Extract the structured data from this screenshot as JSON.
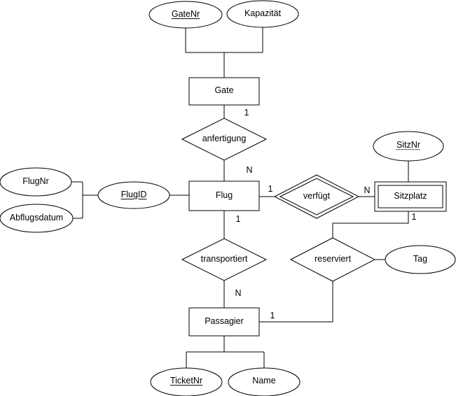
{
  "diagram": {
    "kind": "entity-relationship-diagram",
    "language": "de",
    "colors": {
      "stroke": "#000000",
      "text": "#000000",
      "background": "#ffffff"
    },
    "entities": {
      "gate": {
        "label": "Gate",
        "weak": false
      },
      "flug": {
        "label": "Flug",
        "weak": false
      },
      "sitzplatz": {
        "label": "Sitzplatz",
        "weak": true
      },
      "passagier": {
        "label": "Passagier",
        "weak": false
      }
    },
    "relationships": {
      "anfertigung": {
        "label": "anfertigung",
        "identifying": false
      },
      "verfuegt": {
        "label": "verfügt",
        "identifying": true
      },
      "transportiert": {
        "label": "transportiert",
        "identifying": false
      },
      "reserviert": {
        "label": "reserviert",
        "identifying": false
      }
    },
    "attributes": {
      "gatenr": {
        "label": "GateNr",
        "key": "primary"
      },
      "kapazitaet": {
        "label": "Kapazität",
        "key": "none"
      },
      "flugnr": {
        "label": "FlugNr",
        "key": "none"
      },
      "abflugsdatum": {
        "label": "Abflugsdatum",
        "key": "none"
      },
      "flugid": {
        "label": "FlugID",
        "key": "primary"
      },
      "sitznr": {
        "label": "SitzNr",
        "key": "partial"
      },
      "tag": {
        "label": "Tag",
        "key": "none"
      },
      "ticketnr": {
        "label": "TicketNr",
        "key": "primary"
      },
      "name": {
        "label": "Name",
        "key": "none"
      }
    },
    "cardinalities": {
      "gate_anfertigung": "1",
      "anfertigung_flug": "N",
      "flug_verfuegt": "1",
      "verfuegt_sitzplatz": "N",
      "sitzplatz_reserviert": "1",
      "flug_transportiert": "1",
      "transportiert_passagier": "N",
      "passagier_reserviert": "1"
    }
  }
}
